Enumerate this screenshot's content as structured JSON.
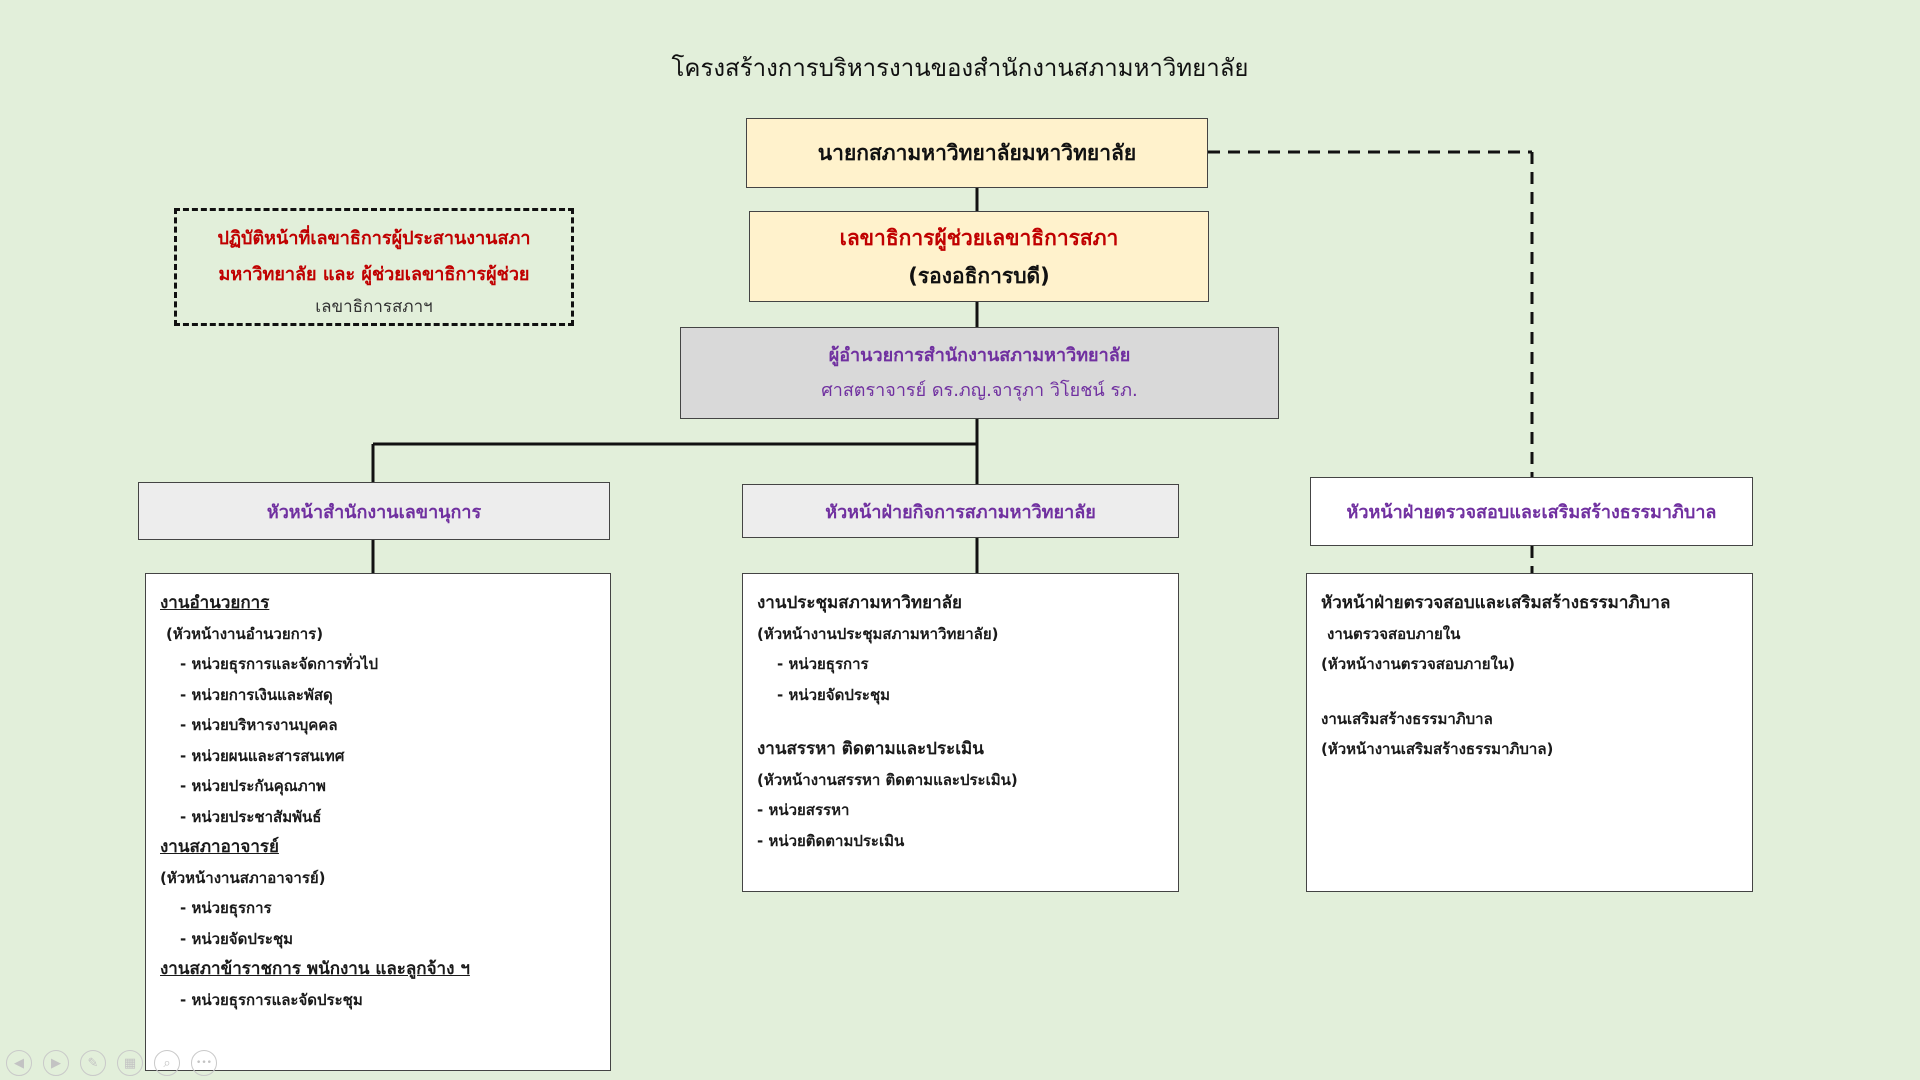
{
  "title": "โครงสร้างการบริหารงานของสำนักงานสภามหาวิทยาลัย",
  "president": "นายกสภามหาวิทยาลัยมหาวิทยาลัย",
  "secretary": {
    "line1": "เลขาธิการผู้ช่วยเลขาธิการสภา",
    "line2": "(รองอธิการบดี)"
  },
  "note": {
    "line1": "ปฏิบัติหน้าที่เลขาธิการผู้ประสานงานสภา",
    "line2": "มหาวิทยาลัย และ ผู้ช่วยเลขาธิการผู้ช่วย",
    "line3": "เลขาธิการสภาฯ"
  },
  "director": {
    "title": "ผู้อำนวยการสำนักงานสภามหาวิทยาลัย",
    "name": "ศาสตราจารย์ ดร.ภญ.จารุภา วิโยชน์  รภ."
  },
  "heads": {
    "left": "หัวหน้าสำนักงานเลขานุการ",
    "middle": "หัวหน้าฝ่ายกิจการสภามหาวิทยาลัย",
    "right": "หัวหน้าฝ่ายตรวจสอบและเสริมสร้างธรรมาภิบาล"
  },
  "left_list": {
    "s1_title": "งานอำนวยการ",
    "s1_head": "(หัวหน้างานอำนวยการ)",
    "s1_u1": "- หน่วยธุรการและจัดการทั่วไป",
    "s1_u2": "- หน่วยการเงินและพัสดุ",
    "s1_u3": "- หน่วยบริหารงานบุคคล",
    "s1_u4": "- หน่วยผนและสารสนเทศ",
    "s1_u5": "- หน่วยประกันคุณภาพ",
    "s1_u6": "- หน่วยประชาสัมพันธ์",
    "s2_title": "งานสภาอาจารย์",
    "s2_head": "(หัวหน้างานสภาอาจารย์)",
    "s2_u1": "- หน่วยธุรการ",
    "s2_u2": "- หน่วยจัดประชุม",
    "s3_title": "งานสภาข้าราชการ พนักงาน และลูกจ้าง ฯ",
    "s3_u1": "-  หน่วยธุรการและจัดประชุม"
  },
  "mid_list": {
    "s1_title": "งานประชุมสภามหาวิทยาลัย",
    "s1_head": "(หัวหน้างานประชุมสภามหาวิทยาลัย)",
    "s1_u1": "- หน่วยธุรการ",
    "s1_u2": "- หน่วยจัดประชุม",
    "s2_title": "งานสรรหา ติดตามและประเมิน",
    "s2_head": "(หัวหน้างานสรรหา ติดตามและประเมิน)",
    "s2_u1": "- หน่วยสรรหา",
    "s2_u2": "- หน่วยติดตามประเมิน"
  },
  "right_list": {
    "title": "หัวหน้าฝ่ายตรวจสอบและเสริมสร้างธรรมาภิบาล",
    "s1_title": "งานตรวจสอบภายใน",
    "s1_head": "(หัวหน้างานตรวจสอบภายใน)",
    "s2_title": "งานเสริมสร้างธรรมาภิบาล",
    "s2_head": "(หัวหน้างานเสริมสร้างธรรมาภิบาล)"
  },
  "controls": [
    {
      "icon": "back-arrow-icon",
      "glyph": "◀"
    },
    {
      "icon": "forward-arrow-icon",
      "glyph": "▶"
    },
    {
      "icon": "pen-icon",
      "glyph": "✎"
    },
    {
      "icon": "slides-icon",
      "glyph": "▦"
    },
    {
      "icon": "zoom-icon",
      "glyph": "⌕"
    },
    {
      "icon": "more-icon",
      "glyph": "•••"
    }
  ],
  "colors": {
    "background": "#e2efda",
    "cream_box": "#fff2cc",
    "director_box": "#d9d9d9",
    "head_box": "#ededed",
    "red_text": "#c00000",
    "purple_text": "#7030a0"
  }
}
